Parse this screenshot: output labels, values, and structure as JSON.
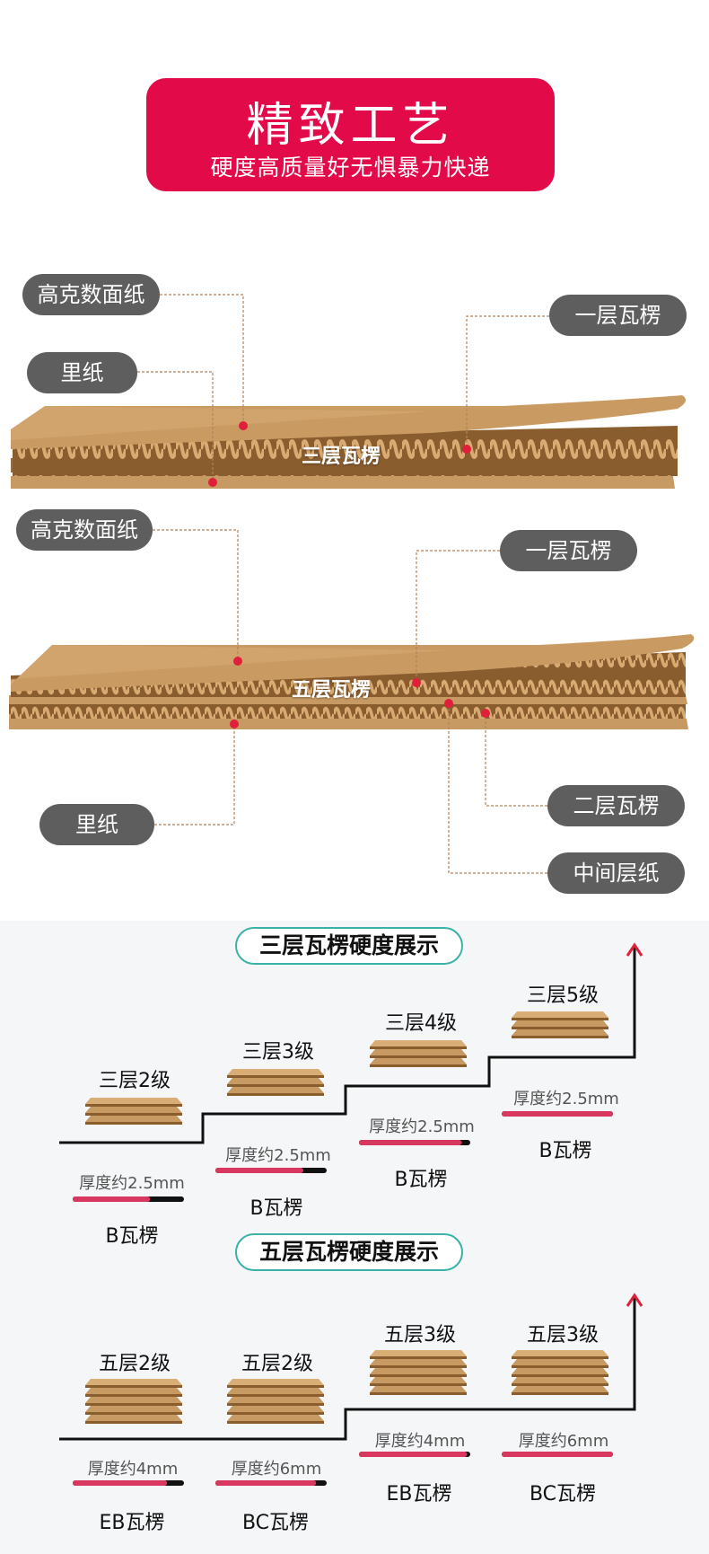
{
  "header": {
    "title": "精致工艺",
    "subtitle": "硬度高质量好无惧暴力快递"
  },
  "three_layer_diagram": {
    "center_label": "三层瓦楞",
    "callouts": {
      "face_paper": "高克数面纸",
      "liner": "里纸",
      "flute_one": "一层瓦楞"
    }
  },
  "five_layer_diagram": {
    "center_label": "五层瓦楞",
    "callouts": {
      "face_paper": "高克数面纸",
      "flute_one": "一层瓦楞",
      "liner": "里纸",
      "flute_two": "二层瓦楞",
      "middle_paper": "中间层纸"
    }
  },
  "hardness_three": {
    "title": "三层瓦楞硬度展示",
    "steps": [
      {
        "level": "三层2级",
        "thickness": "厚度约2.5mm",
        "flute": "B瓦楞",
        "bar_fill": 0.68
      },
      {
        "level": "三层3级",
        "thickness": "厚度约2.5mm",
        "flute": "B瓦楞",
        "bar_fill": 0.78
      },
      {
        "level": "三层4级",
        "thickness": "厚度约2.5mm",
        "flute": "B瓦楞",
        "bar_fill": 0.92
      },
      {
        "level": "三层5级",
        "thickness": "厚度约2.5mm",
        "flute": "B瓦楞",
        "bar_fill": 1.0
      }
    ]
  },
  "hardness_five": {
    "title": "五层瓦楞硬度展示",
    "steps": [
      {
        "level": "五层2级",
        "thickness": "厚度约4mm",
        "flute": "EB瓦楞",
        "bar_fill": 0.84
      },
      {
        "level": "五层2级",
        "thickness": "厚度约6mm",
        "flute": "BC瓦楞",
        "bar_fill": 0.9
      },
      {
        "level": "五层3级",
        "thickness": "厚度约4mm",
        "flute": "EB瓦楞",
        "bar_fill": 0.97
      },
      {
        "level": "五层3级",
        "thickness": "厚度约6mm",
        "flute": "BC瓦楞",
        "bar_fill": 1.0
      }
    ]
  },
  "colors": {
    "brand_red": "#e30a4a",
    "pill_gray": "#5e5e5e",
    "kraft": "#c79a63",
    "kraft_dark": "#8a5d2f",
    "teal": "#3ab3a6",
    "bar_red": "#d8385f",
    "dot_red": "#e0203a"
  }
}
